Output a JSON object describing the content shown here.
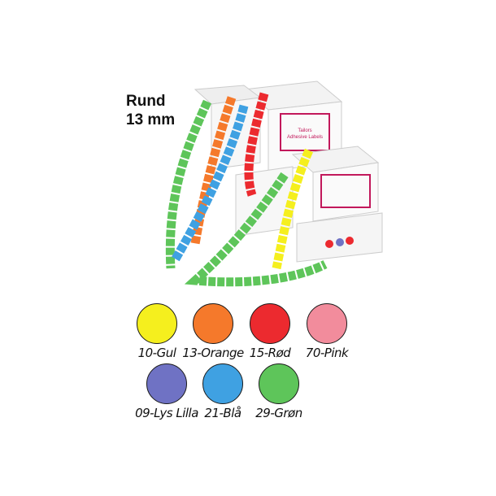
{
  "heading": {
    "line1": "Rund",
    "line2": "13 mm"
  },
  "box_label": {
    "line1": "Tailors",
    "line2": "Adhesive Labels"
  },
  "swatches": [
    {
      "label": "10-Gul",
      "color": "#f5ef1e"
    },
    {
      "label": "13-Orange",
      "color": "#f5792b"
    },
    {
      "label": "15-Rød",
      "color": "#ec2a2f"
    },
    {
      "label": "70-Pink",
      "color": "#f28c9c"
    },
    {
      "label": "09-Lys Lilla",
      "color": "#6f72c4"
    },
    {
      "label": "21-Blå",
      "color": "#3fa1e2"
    },
    {
      "label": "29-Grøn",
      "color": "#5ec55a"
    }
  ]
}
